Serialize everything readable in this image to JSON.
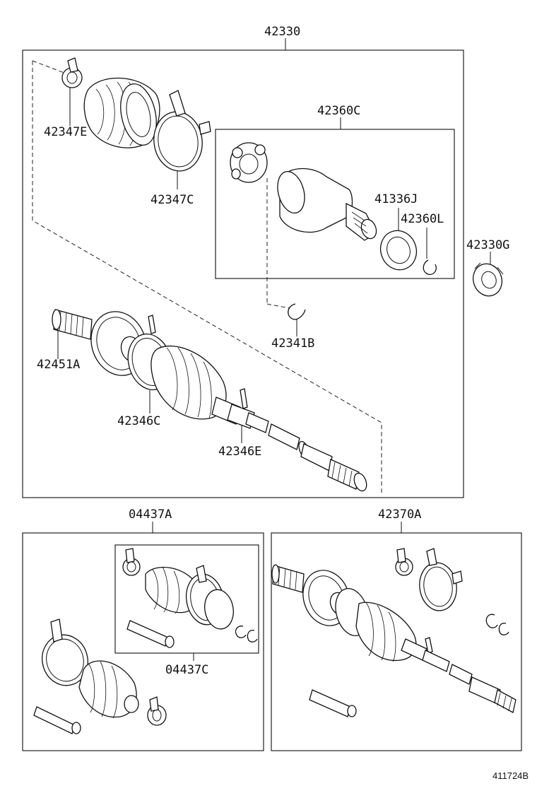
{
  "assemblies": {
    "main": "42330",
    "inner_joint": "42360C",
    "boot_kit_outer": "04437A",
    "boot_kit_inner": "04437C",
    "boot_kit_large": "42370A"
  },
  "parts": {
    "p42347E": "42347E",
    "p42347C": "42347C",
    "p41336J": "41336J",
    "p42360L": "42360L",
    "p42330G": "42330G",
    "p42341B": "42341B",
    "p42451A": "42451A",
    "p42346C": "42346C",
    "p42346E": "42346E"
  },
  "diagram_id": "411724B"
}
